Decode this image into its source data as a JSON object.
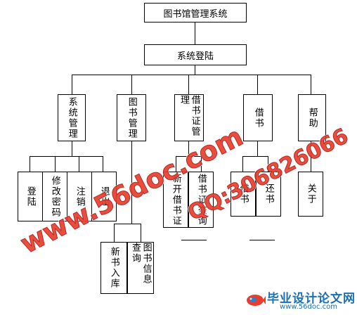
{
  "root": {
    "label": "图书馆管理系统"
  },
  "login": {
    "label": "系统登陆"
  },
  "modules": [
    {
      "label": "系统管理"
    },
    {
      "label": "图书管理"
    },
    {
      "label": "借书证管理"
    },
    {
      "label": "借书"
    },
    {
      "label": "帮助"
    }
  ],
  "sys_children": [
    {
      "label": "登陆"
    },
    {
      "label": "修改密码"
    },
    {
      "label": "注销"
    },
    {
      "label": "退出"
    }
  ],
  "book_children": [
    {
      "label": "新书入库"
    },
    {
      "label": "图书信息查询"
    }
  ],
  "card_children": [
    {
      "label": "新开借书证"
    },
    {
      "label": "借书证查询"
    }
  ],
  "borrow_children": [
    {
      "label": "借书"
    },
    {
      "label": "还书"
    }
  ],
  "help_children": [
    {
      "label": "关于"
    }
  ],
  "watermark": {
    "site": "www.56doc.com",
    "qq": "QQ:306826066",
    "brand": "毕业设计论文网",
    "brand_url": "www.56doc.com"
  },
  "colors": {
    "watermark": "#e83e2c",
    "brand": "#1a6fb5"
  }
}
